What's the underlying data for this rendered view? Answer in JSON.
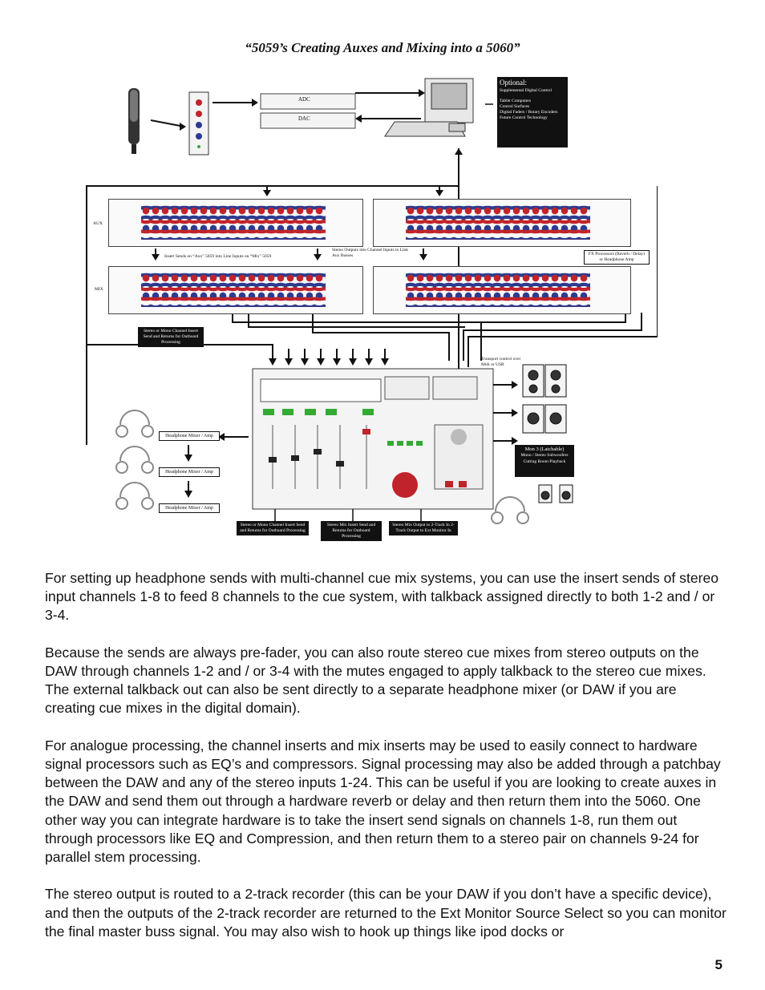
{
  "title": "“5059’s Creating Auxes and Mixing into a 5060”",
  "diagram": {
    "adc_label": "ADC",
    "dac_label": "DAC",
    "optional_heading": "Optional:",
    "optional_lines": [
      "Supplemental Digital Control",
      "Tablet Computers",
      "Control Surfaces",
      "Digital Faders / Rotary Encoders",
      "Future Control Technology"
    ],
    "aux_label": "AUX",
    "mix_label": "MIX",
    "insert_sends_note": "Insert Sends on “Aux” 5059 into Line Inputs on “Mix” 5059",
    "stereo_outputs_note": "Stereo Outputs into Channel Inputs to Link Aux Busses",
    "fx_note": "FX Processors (Reverb / Delay) or Headphone Amp",
    "left_insert_note": "Stereo or Mono Channel Insert Send and Returns for Outboard Processing",
    "transport_note": "Transport control over Midi or USB",
    "headphone_mixers": [
      "Headphone Mixer / Amp",
      "Headphone Mixer / Amp",
      "Headphone Mixer / Amp"
    ],
    "mon3_lines": [
      "Mon 3 (Latchable)",
      "Mono / Stereo Subwoofers",
      "Cutting Room Playback"
    ],
    "bottom_notes": [
      "Stereo or Mono Channel Insert Send and Returns for Outboard Processing",
      "Stereo Mix Insert Send and Returns for Outboard Processing",
      "Stereo Mix Output to 2-Track In 2-Track Output to Ext Monitor In"
    ]
  },
  "paragraphs": [
    "For setting up headphone sends with multi-channel cue mix systems, you can use the insert sends of stereo input channels 1-8  to feed 8 channels to the cue system, with talkback assigned directly to both 1-2 and / or 3-4.",
    "Because the sends are always pre-fader, you can also route stereo cue mixes from stereo outputs on the DAW through channels 1-2 and / or 3-4 with the mutes engaged to apply talkback to the stereo cue mixes.  The external talkback out can also be sent directly to a separate headphone mixer (or DAW if you are creating cue mixes in the digital domain).",
    "For analogue processing, the channel inserts and mix inserts may be used to easily connect to hardware signal processors such as EQ’s and compressors.  Signal processing may also be added through a patchbay between the DAW and any of the stereo inputs 1-24.  This can be useful if you are looking to create auxes in the DAW and send them out through a hardware reverb or delay and then return them into the 5060.  One other way you can integrate hardware is to take the insert send signals on channels 1-8, run them out through processors like EQ and Compression, and then return them to a stereo pair on channels 9-24 for parallel stem processing.",
    "The stereo output is routed to a 2-track recorder (this can be your DAW if you don’t have a specific device), and then the outputs of the 2-track recorder are returned to the Ext Monitor Source Select so you can monitor the final master buss signal.  You may also wish to hook up things like ipod docks or"
  ],
  "page_number": "5",
  "colors": {
    "knob_red": "#c0242a",
    "knob_blue": "#2b3c8f",
    "panel": "#f4f4f4",
    "line": "#111111"
  }
}
